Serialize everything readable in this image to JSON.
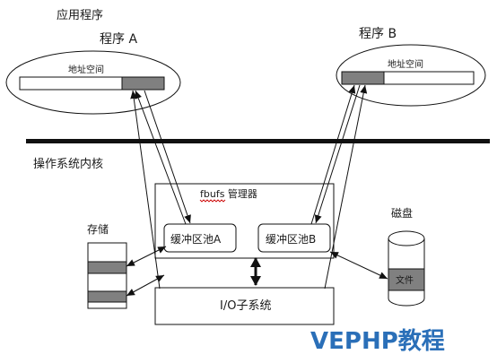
{
  "labels": {
    "applications": "应用程序",
    "program_a": "程序 A",
    "program_b": "程序 B",
    "address_space_a": "地址空间",
    "address_space_b": "地址空间",
    "kernel": "操作系统内核",
    "fbufs_prefix": "fbufs",
    "fbufs_suffix": " 管理器",
    "buffer_pool_a": "缓冲区池A",
    "buffer_pool_b": "缓冲区池B",
    "io_subsystem": "I/O子系统",
    "storage": "存储",
    "disk": "磁盘",
    "file": "文件"
  },
  "watermark": "VEPHP教程",
  "colors": {
    "line": "#111111",
    "block_fill": "#808080",
    "background": "#ffffff",
    "spellcheck_underline": "#cc0000",
    "watermark": "#2a6fb8"
  }
}
